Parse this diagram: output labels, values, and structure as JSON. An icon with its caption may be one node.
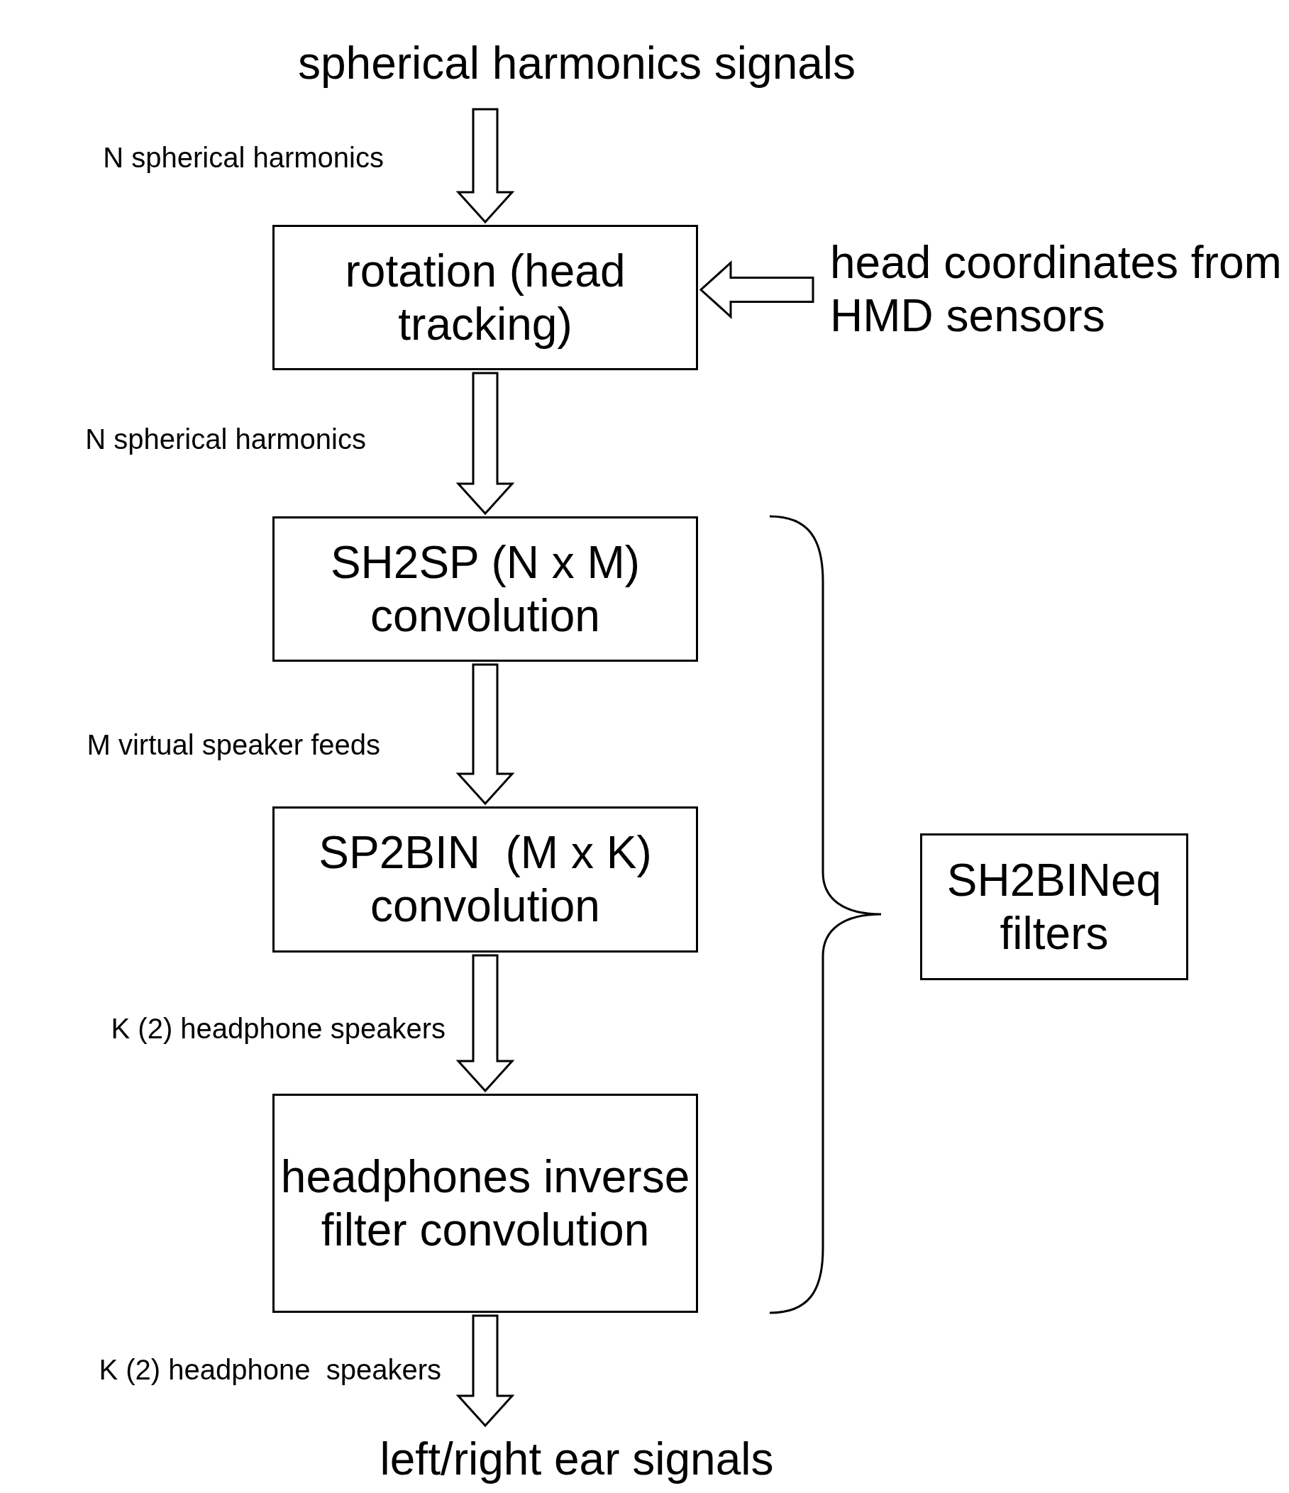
{
  "diagram": {
    "nodes": [
      {
        "text": [
          "spherical harmonics signals"
        ]
      },
      {
        "text": [
          "rotation (head tracking)"
        ]
      },
      {
        "text": [
          "head coordinates from HMD sensors"
        ]
      },
      {
        "text": [
          "SH2SP (N x M) convolution"
        ]
      },
      {
        "text": [
          "SP2BIN  (M x K) convolution"
        ]
      },
      {
        "text": [
          "headphones inverse filter convolution"
        ]
      },
      {
        "text": [
          "left/right ear signals"
        ]
      },
      {
        "text": [
          "SH2BINeq filters"
        ]
      }
    ],
    "edges": [
      {
        "from": 0,
        "to": 1,
        "arrow": "to",
        "label": "N spherical harmonics"
      },
      {
        "from": 2,
        "to": 1,
        "arrow": "to"
      },
      {
        "from": 1,
        "to": 3,
        "arrow": "to",
        "label": "N spherical harmonics"
      },
      {
        "from": 3,
        "to": 4,
        "arrow": "to",
        "label": "M virtual speaker feeds"
      },
      {
        "from": 4,
        "to": 5,
        "arrow": "to",
        "label": "K (2) headphone speakers"
      },
      {
        "from": 5,
        "to": 6,
        "arrow": "to",
        "label": "K (2) headphone  speakers"
      }
    ]
  }
}
